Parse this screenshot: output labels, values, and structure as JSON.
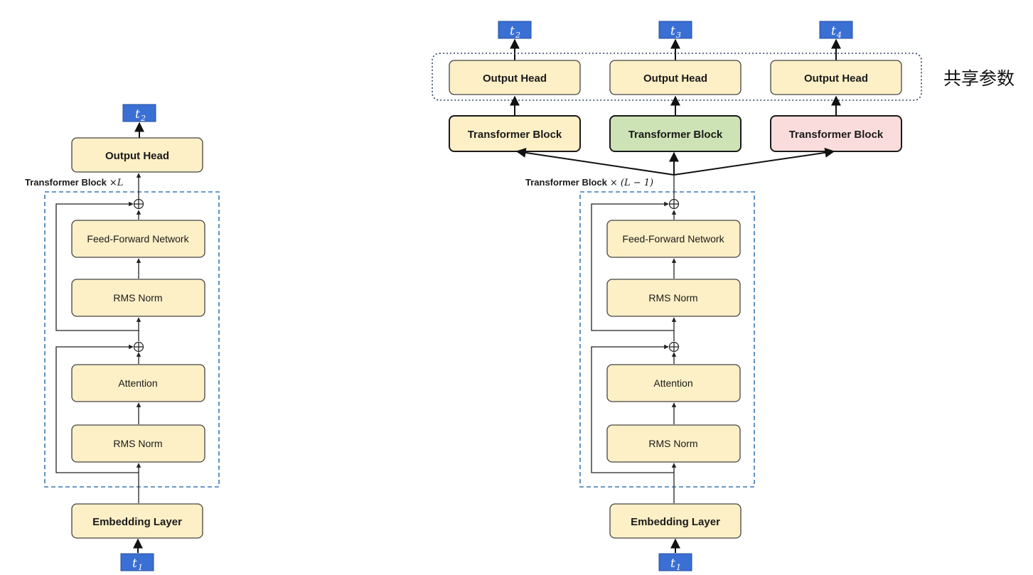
{
  "left": {
    "output_token": "t",
    "output_token_sub": "2",
    "output_head": "Output Head",
    "block_caption": "Transformer Block",
    "block_caption_mult": "×L",
    "ffn": "Feed-Forward Network",
    "rms_norm_top": "RMS Norm",
    "attention": "Attention",
    "rms_norm_bottom": "RMS Norm",
    "embedding": "Embedding Layer",
    "input_token": "t",
    "input_token_sub": "1"
  },
  "right": {
    "tokens": [
      {
        "t": "t",
        "sub": "2"
      },
      {
        "t": "t",
        "sub": "3"
      },
      {
        "t": "t",
        "sub": "4"
      }
    ],
    "output_heads": [
      "Output Head",
      "Output Head",
      "Output Head"
    ],
    "shared_label": "共享参数",
    "transformer_blocks": [
      "Transformer Block",
      "Transformer Block",
      "Transformer Block"
    ],
    "block_colors": [
      "#fdefc6",
      "#cde3b5",
      "#fbdcdc"
    ],
    "block_caption": "Transformer Block",
    "block_caption_mult": "× (L − 1)",
    "ffn": "Feed-Forward Network",
    "rms_norm_top": "RMS Norm",
    "attention": "Attention",
    "rms_norm_bottom": "RMS Norm",
    "embedding": "Embedding Layer",
    "input_token": "t",
    "input_token_sub": "1"
  },
  "colors": {
    "box_fill": "#fdefc6",
    "token_fill": "#3a6fd4",
    "dash": "#3a78b5"
  }
}
